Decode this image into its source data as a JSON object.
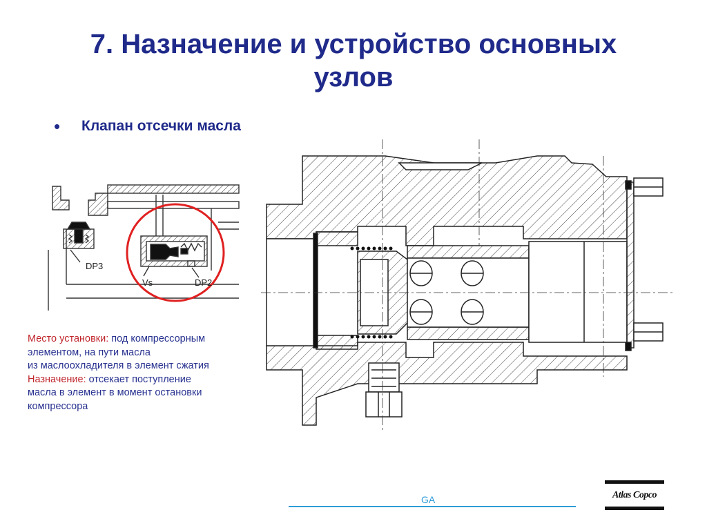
{
  "slide": {
    "title_line1": "7. Назначение и устройство основных",
    "title_line2": "узлов",
    "bullet": "•",
    "bullet_text": "Клапан отсечки масла"
  },
  "schematic": {
    "labels": {
      "dp3": "DP3",
      "vs": "Vs",
      "dp2": "DP2"
    },
    "highlight_color": "#e02020"
  },
  "description": {
    "install_label": "Место установки:",
    "install_text_1": "под компрессорным",
    "install_text_2": "элементом, на пути масла",
    "install_text_3": "из маслоохладителя в элемент сжатия",
    "purpose_label": "Назначение:",
    "purpose_text_1": "отсекает поступление",
    "purpose_text_2": "масла в элемент в момент остановки",
    "purpose_text_3": "компрессора"
  },
  "footer": {
    "code": "GA",
    "line_color": "#2f9bd9"
  },
  "logo": {
    "brand": "Atlas Copco"
  },
  "colors": {
    "title": "#1f2a8a",
    "label": "#c0272d",
    "text": "#27318f"
  }
}
